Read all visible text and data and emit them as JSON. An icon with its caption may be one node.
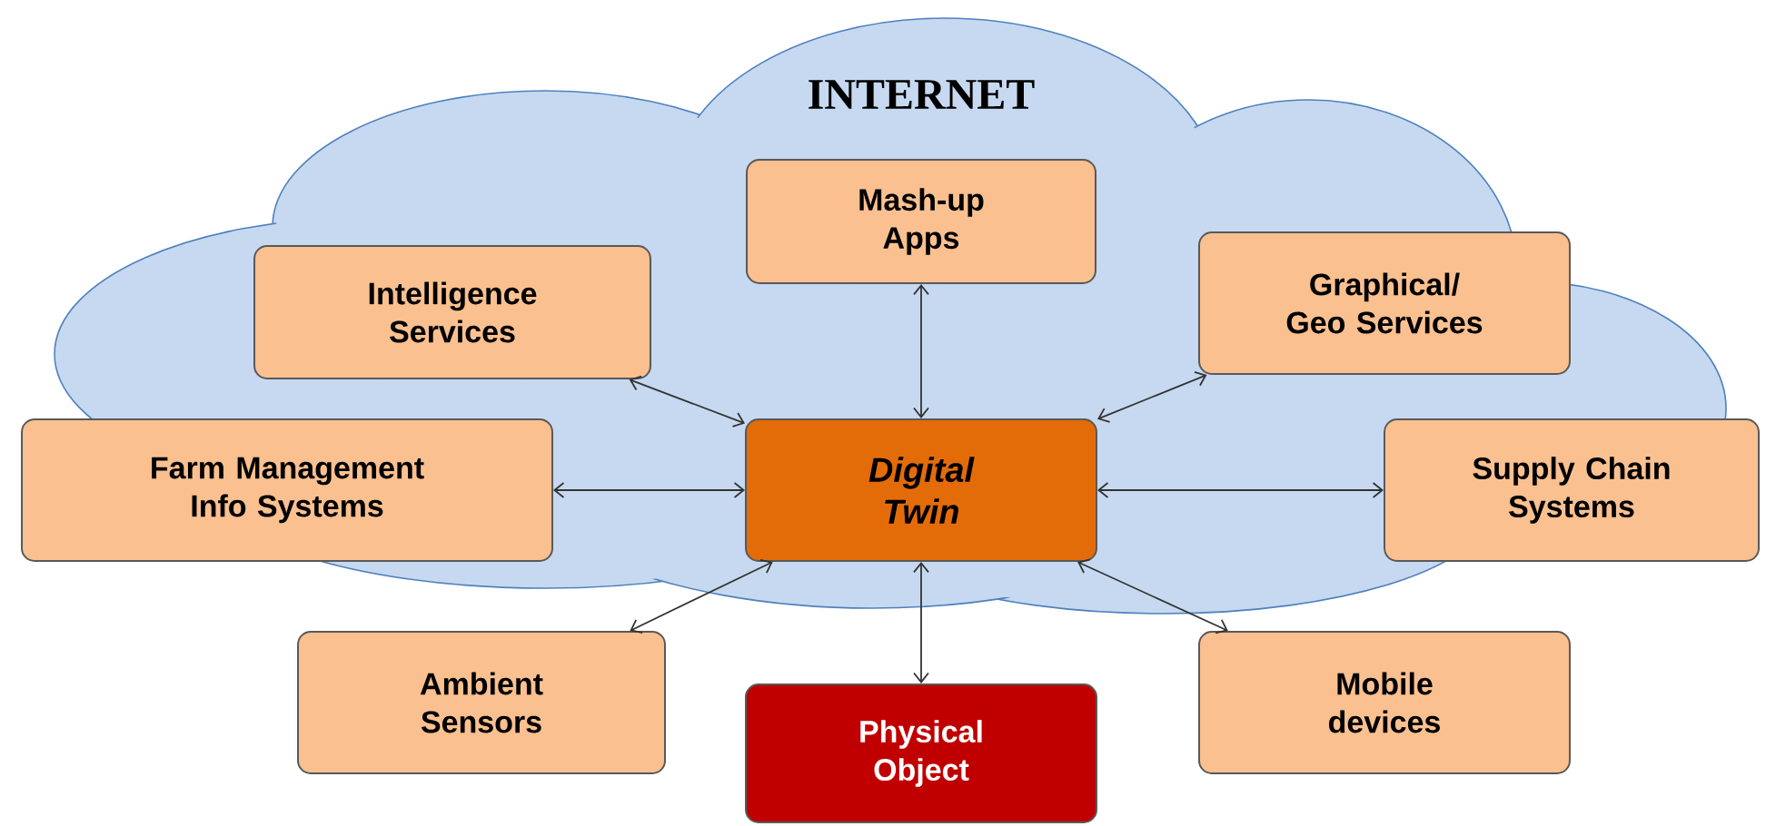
{
  "diagram": {
    "nodes": [
      {
        "text": [
          "INTERNET"
        ]
      },
      {
        "text": [
          "Mash-up Apps"
        ],
        "in": 0
      },
      {
        "text": [
          "Intelligence Services"
        ],
        "in": 0
      },
      {
        "text": [
          "Graphical/ Geo Services"
        ],
        "in": 0
      },
      {
        "text": [
          "Farm Management Info Systems"
        ]
      },
      {
        "text": [
          "Digital Twin"
        ],
        "in": 0
      },
      {
        "text": [
          "Supply Chain Systems"
        ]
      },
      {
        "text": [
          "Ambient Sensors"
        ]
      },
      {
        "text": [
          "Physical Object"
        ]
      },
      {
        "text": [
          "Mobile devices"
        ]
      }
    ],
    "edges": [
      {
        "from": 5,
        "to": 1,
        "arrow": "both"
      },
      {
        "from": 5,
        "to": 2,
        "arrow": "both"
      },
      {
        "from": 5,
        "to": 3,
        "arrow": "both"
      },
      {
        "from": 5,
        "to": 4,
        "arrow": "both"
      },
      {
        "from": 5,
        "to": 6,
        "arrow": "both"
      },
      {
        "from": 5,
        "to": 7,
        "arrow": "both"
      },
      {
        "from": 5,
        "to": 8,
        "arrow": "both"
      },
      {
        "from": 5,
        "to": 9,
        "arrow": "both"
      }
    ]
  }
}
